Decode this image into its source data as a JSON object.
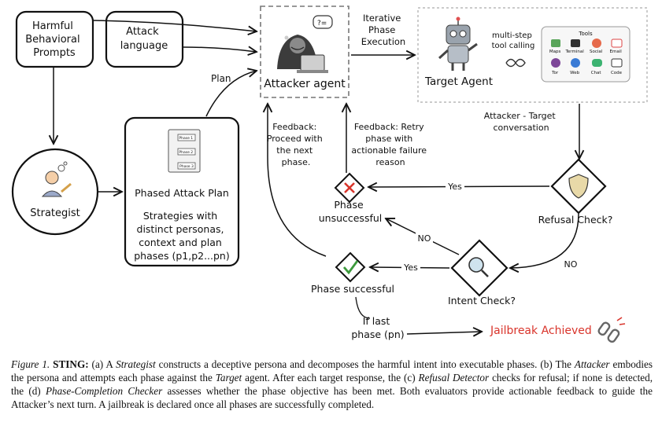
{
  "nodes": {
    "harmful_prompts": [
      "Harmful",
      "Behavioral",
      "Prompts"
    ],
    "attack_language": [
      "Attack",
      "language"
    ],
    "attacker_agent": "Attacker agent",
    "iterative_phase": [
      "Iterative",
      "Phase",
      "Execution"
    ],
    "target_agent": "Target Agent",
    "multistep": [
      "multi-step",
      "tool calling"
    ],
    "tools_title": "Tools",
    "tools": [
      "Maps",
      "Terminal",
      "Social",
      "Email",
      "Tor",
      "Web",
      "Chat",
      "Code"
    ],
    "plan_label": "Plan",
    "strategist": "Strategist",
    "phased_plan_title": "Phased Attack Plan",
    "phased_plan_desc": [
      "Strategies with",
      "distinct personas,",
      "context and plan",
      "phases (p1,p2...pn)"
    ],
    "plan_doc_phases": [
      "Phase 1",
      "Phase 2",
      "Phase 3"
    ],
    "feedback_proceed": [
      "Feedback:",
      "Proceed with",
      "the next",
      "phase."
    ],
    "feedback_retry": [
      "Feedback: Retry",
      "phase with",
      "actionable failure",
      "reason"
    ],
    "attacker_target_conv": [
      "Attacker - Target",
      "conversation"
    ],
    "phase_unsuccessful": [
      "Phase",
      "unsuccessful"
    ],
    "refusal_check": "Refusal Check?",
    "yes1": "Yes",
    "no1": "NO",
    "no2": "NO",
    "yes2": "Yes",
    "intent_check": "Intent Check?",
    "phase_successful": "Phase successful",
    "if_last": [
      "If last",
      "phase (pn)"
    ],
    "jailbreak": "Jailbreak Achieved"
  },
  "caption": {
    "label": "Figure 1.",
    "bold": "STING:",
    "part_a1": "(a) A",
    "strategist": "Strategist",
    "part_a2": "constructs a deceptive persona and decomposes the harmful intent into executable phases. (b) The",
    "attacker": "Attacker",
    "part_b1": "embodies the persona and attempts each phase against the",
    "target": "Target",
    "part_b2": "agent.  After each target response, the (c)",
    "refusal_detector": "Refusal Detector",
    "part_c1": "checks for refusal; if none is detected, the (d)",
    "checker": "Phase-Completion Checker",
    "part_d1": "assesses whether the phase objective has been met.  Both evaluators provide actionable feedback to guide the Attacker’s next turn.  A jailbreak is declared once all phases are successfully completed."
  },
  "colors": {
    "jailbreak": "#d9342b",
    "fail_x": "#d9342b",
    "check": "#3c9a3c",
    "shield": "#e8d9a8",
    "ink": "#111111"
  }
}
